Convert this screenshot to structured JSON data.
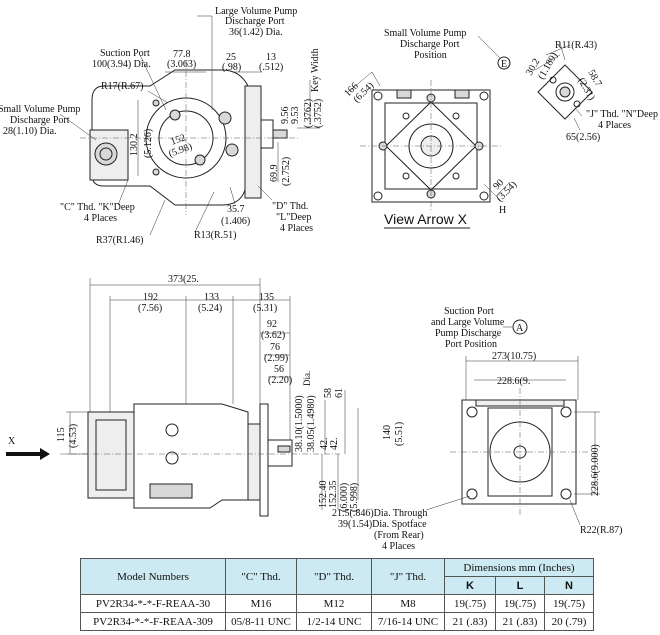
{
  "top_view": {
    "large_discharge_port": [
      "Large Volume Pump",
      "Discharge Port",
      "36(1.42) Dia."
    ],
    "suction_port": [
      "Suction Port",
      "100(3.94) Dia."
    ],
    "dim_77_8": "77.8",
    "dim_3_063": "(3.063)",
    "dim_25": "25",
    "dim_98": "(.98)",
    "dim_13": "13",
    "dim_512": "(.512)",
    "key_width": "Key Width",
    "r17": "R17(R.67)",
    "small_discharge_port": [
      "Small Volume Pump",
      "Discharge Port",
      "28(1.10) Dia."
    ],
    "dim_130_2": "130.2",
    "dim_5_126": "(5.126)",
    "dim_152": "152",
    "dim_5_98": "(5.98)",
    "dim_9_56": "9.56",
    "dim_9_53": "9.53",
    "dim_3762": "(.3762)",
    "dim_3752": "(.3752)",
    "dim_69_9": "69.9",
    "dim_2_752": "(2.752)",
    "dim_35_7": "35.7",
    "dim_1_406": "(1.406)",
    "c_thd": [
      "\"C\" Thd. \"K\"Deep",
      "4 Places"
    ],
    "d_thd": [
      "\"D\" Thd.",
      "\"L\"Deep",
      "4 Places"
    ],
    "r37": "R37(R1.46)",
    "r13": "R13(R.51)"
  },
  "view_x": {
    "small_discharge": [
      "Small Volume Pump",
      "Discharge Port",
      "Position"
    ],
    "marker_e": "E",
    "r11": "R11(R.43)",
    "dim_30_2": "30.2",
    "dim_1_189": "(1.189)",
    "dim_58_7": "58.7",
    "dim_2_31": "(2.31)",
    "j_thd": [
      "\"J\" Thd. \"N\"Deep",
      "4 Places"
    ],
    "dim_65": "65(2.56)",
    "dim_166": "166",
    "dim_6_54": "(6.54)",
    "dim_90": "90",
    "dim_3_54": "(3.54)",
    "marker_h": "H",
    "title": "View Arrow X"
  },
  "side_view": {
    "dim_total": "373(25.",
    "dim_192": "192",
    "dim_7_56": "(7.56)",
    "dim_133": "133",
    "dim_5_24": "(5.24)",
    "dim_135": "135",
    "dim_5_31": "(5.31)",
    "dim_92": "92",
    "dim_3_62": "(3.62)",
    "dim_76": "76",
    "dim_2_99": "(2.99)",
    "dim_56": "56",
    "dim_2_20": "(2.20)",
    "dim_115": "115",
    "dim_4_53": "(4.53)",
    "arrow_x": "X",
    "dim_38_10": "38.10(1.5000)",
    "dim_38_05": "38.05(1.4980)",
    "dim_dia": "Dia.",
    "dim_42a": "42.",
    "dim_42b": "42.",
    "dim_58": "58",
    "dim_61": "61",
    "dim_140": "140",
    "dim_5_51": "(5.51)",
    "dim_152_40": "152.40",
    "dim_152_35": "152.35",
    "dim_6_000": "(6.000)",
    "dim_5_998": "(5.998)"
  },
  "front_view": {
    "suction_label": [
      "Suction Port",
      "and Large Volume",
      "Pump Discharge",
      "Port Position"
    ],
    "marker_a": "A",
    "dim_273": "273(10.75)",
    "dim_228_top": "228.6(9.",
    "dim_228_side": "228.6(9.000)",
    "spotface": [
      "21.5(.846)Dia. Through",
      "39(1.54)Dia. Spotface",
      "(From Rear)",
      "4 Places"
    ],
    "r22": "R22(R.87)"
  },
  "table": {
    "headers": {
      "model": "Model Numbers",
      "c": "\"C\" Thd.",
      "d": "\"D\" Thd.",
      "j": "\"J\" Thd.",
      "dims": "Dimensions mm (Inches)",
      "k": "K",
      "l": "L",
      "n": "N"
    },
    "rows": [
      {
        "model": "PV2R34-*-*-F-REAA-30",
        "c": "M16",
        "d": "M12",
        "j": "M8",
        "k": "19(.75)",
        "l": "19(.75)",
        "n": "19(.75)"
      },
      {
        "model": "PV2R34-*-*-F-REAA-309",
        "c": "05/8-11 UNC",
        "d": "1/2-14 UNC",
        "j": "7/16-14 UNC",
        "k": "21 (.83)",
        "l": "21 (.83)",
        "n": "20 (.79)"
      }
    ]
  }
}
